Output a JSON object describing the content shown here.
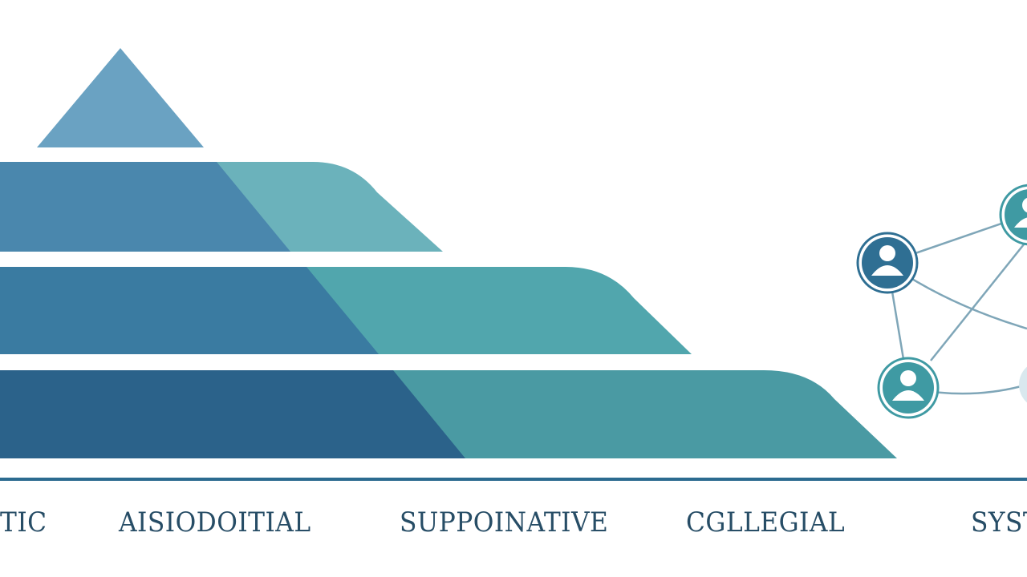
{
  "colors": {
    "background": "#ffffff",
    "apex": "#6aa2c2",
    "tier1_left": "#4a87ad",
    "tier1_right": "#6bb2bb",
    "tier2_left": "#3a7ba1",
    "tier2_right": "#51a6ad",
    "tier3_left": "#2b628a",
    "tier3_right": "#4a9aa3",
    "baseline": "#2c6b90",
    "label_text": "#274d66",
    "node_blue": "#2f6f93",
    "node_teal": "#3f9aa3",
    "connector": "#7fa6b8"
  },
  "labels": [
    "TIC",
    "AISIODOITIAL",
    "SUPPOINATIVE",
    "CGLLEGIAL",
    "SYST"
  ],
  "network": {
    "node_icon": "person-icon",
    "node_count": 4
  }
}
